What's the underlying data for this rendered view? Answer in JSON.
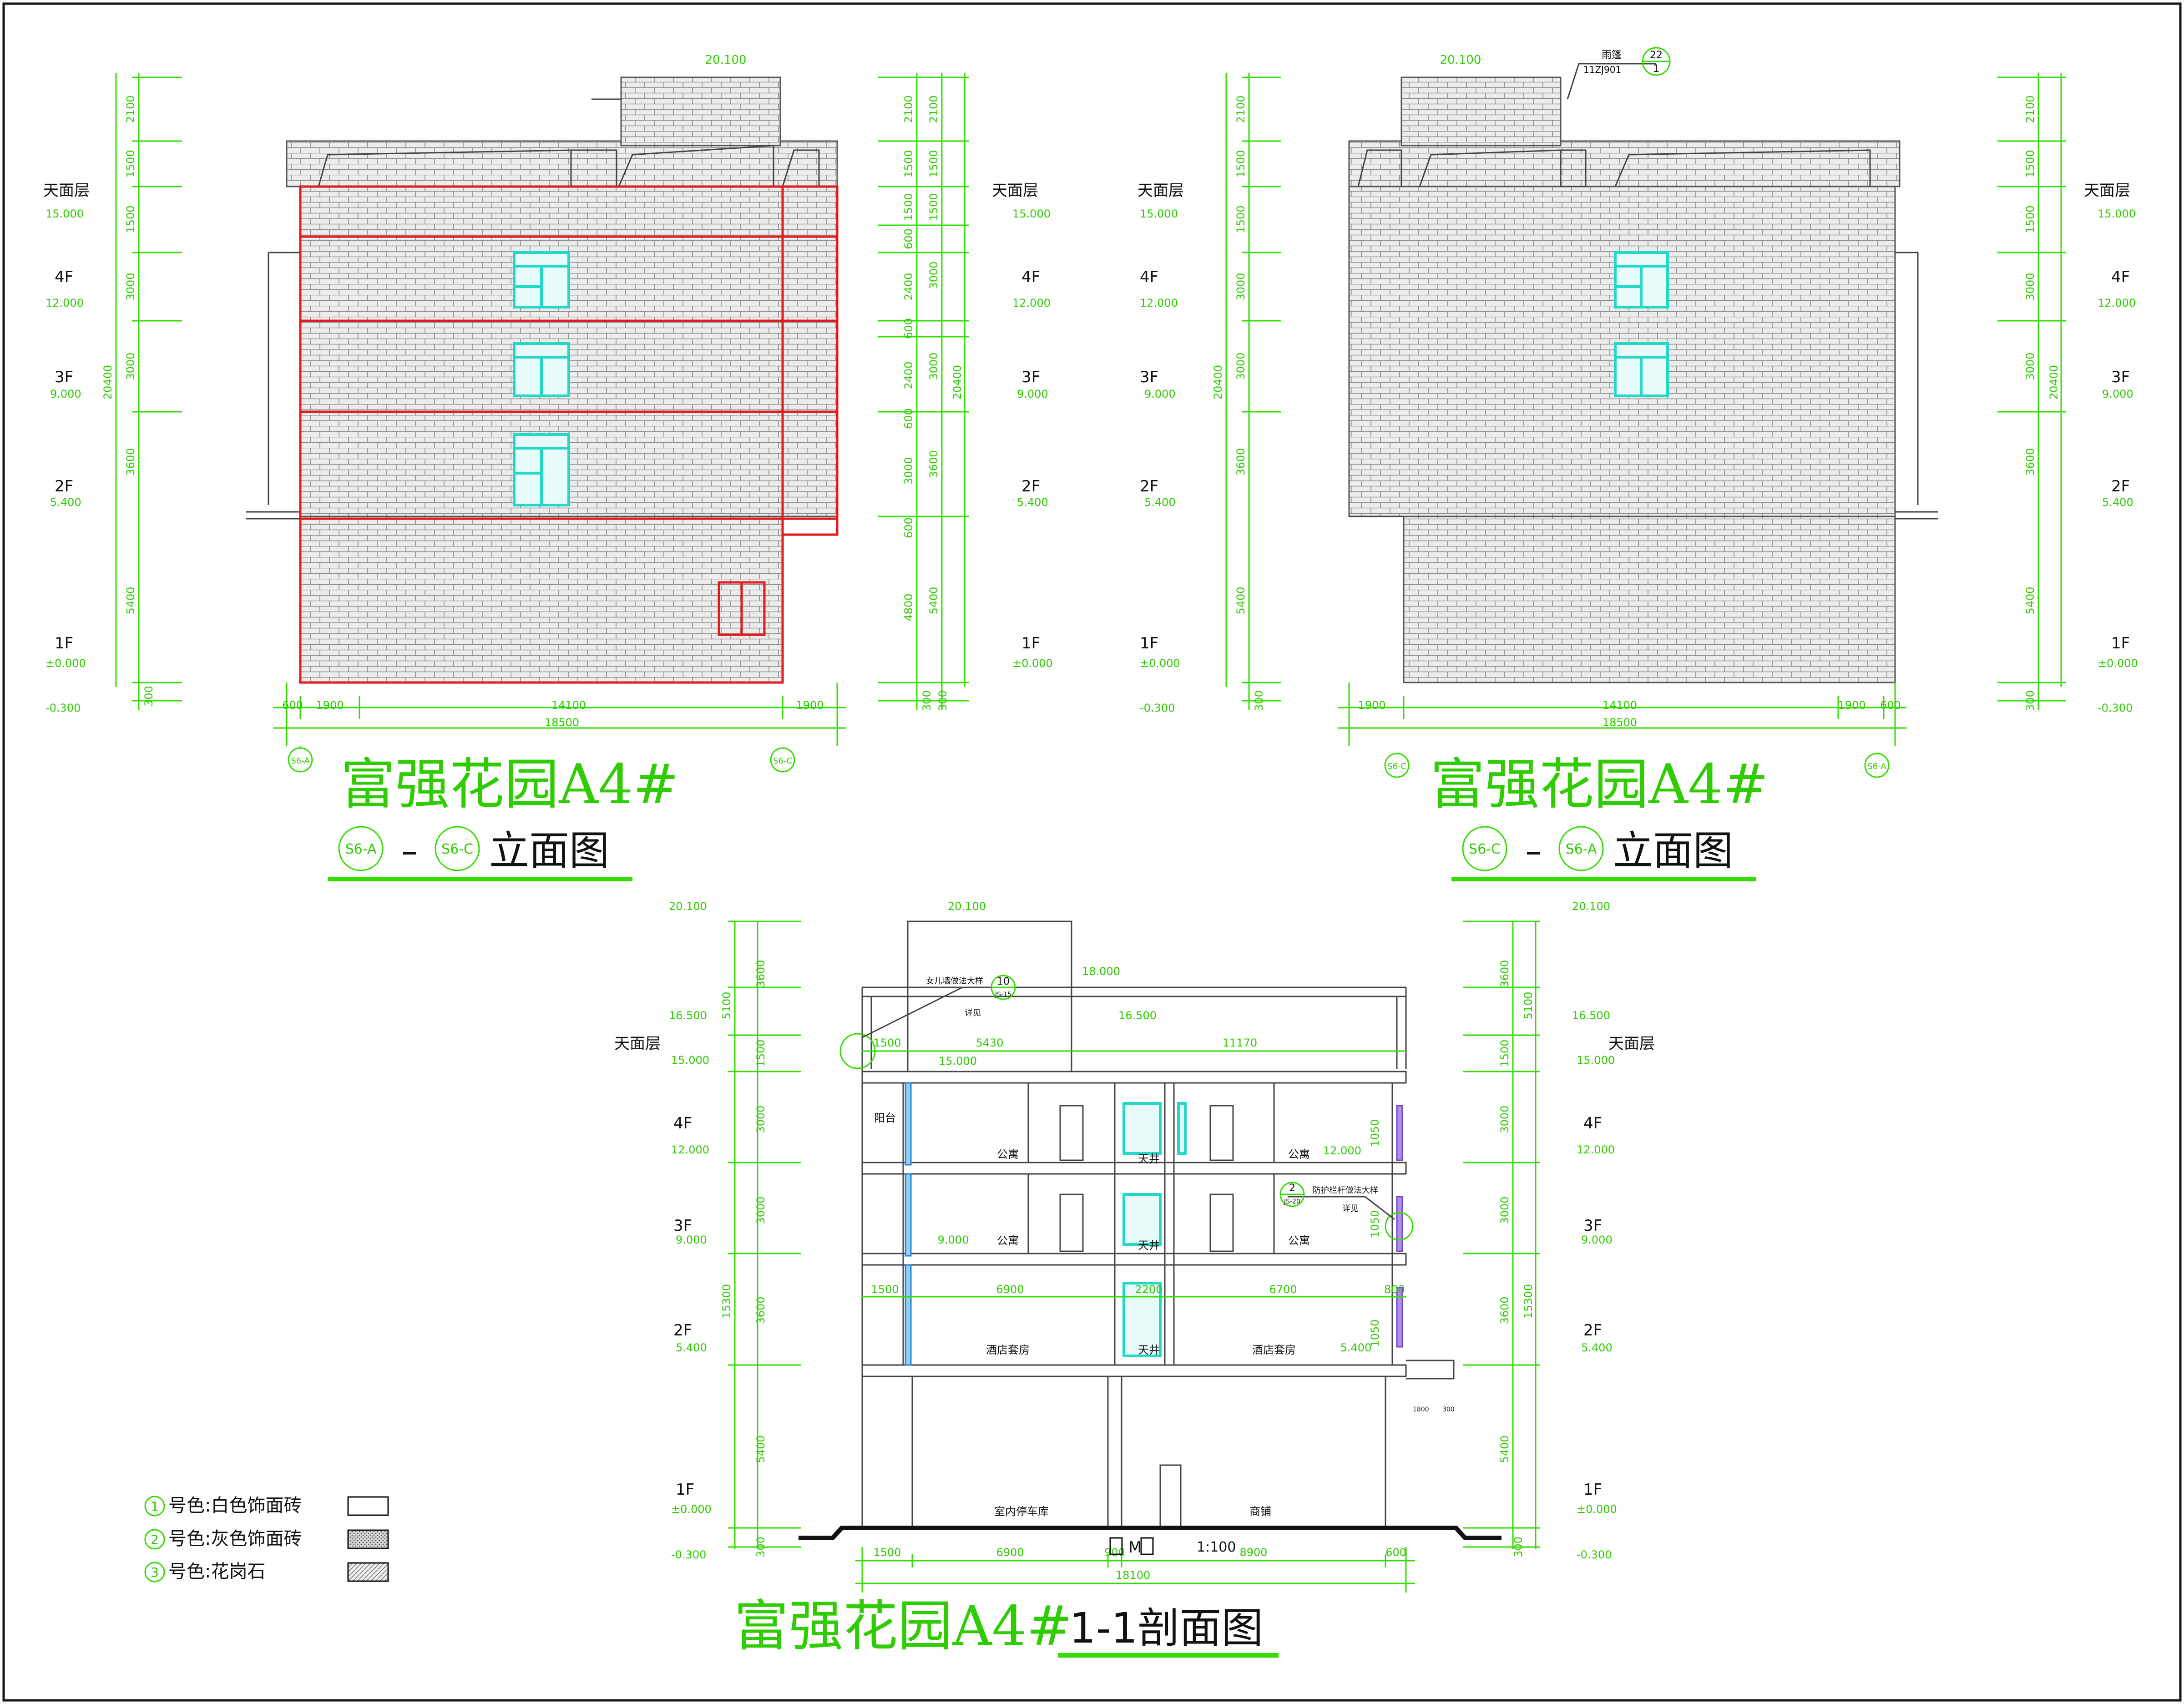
{
  "colors": {
    "dimension": "#33dd00",
    "window": "#24d8c8",
    "outline": "#e21a1a",
    "line": "#111111"
  },
  "elev1": {
    "top_mark": "20.100",
    "floors": [
      {
        "name": "天面层",
        "level": "15.000"
      },
      {
        "name": "4F",
        "level": "12.000"
      },
      {
        "name": "3F",
        "level": "9.000"
      },
      {
        "name": "2F",
        "level": "5.400"
      },
      {
        "name": "1F",
        "level": "±0.000"
      }
    ],
    "ground_level": "-0.300",
    "left_dims": [
      "2100",
      "1500",
      "1500",
      "3000",
      "3000",
      "3600",
      "5400",
      "300"
    ],
    "left_total": "20400",
    "right_dims_a": [
      "2100",
      "1500",
      "1500",
      "600",
      "2400",
      "600",
      "2400",
      "600",
      "3000",
      "600",
      "4800",
      "300"
    ],
    "right_dims_b": [
      "2100",
      "1500",
      "1500",
      "3000",
      "3000",
      "3600",
      "5400",
      "300"
    ],
    "right_total": "20400",
    "bottom_dims": [
      "600",
      "1900",
      "14100",
      "1900"
    ],
    "bottom_total": "18500",
    "axis_left": "S6-A",
    "axis_right": "S6-C",
    "project": "富强花园A4#",
    "title_a": "S6-A",
    "title_dash": "–",
    "title_b": "S6-C",
    "title_word": "立面图"
  },
  "elev2": {
    "top_mark": "20.100",
    "note_label": "雨篷",
    "note_code": "11ZJ901",
    "note_num": "22",
    "note_den": "1",
    "floors": [
      {
        "name": "天面层",
        "level": "15.000"
      },
      {
        "name": "4F",
        "level": "12.000"
      },
      {
        "name": "3F",
        "level": "9.000"
      },
      {
        "name": "2F",
        "level": "5.400"
      },
      {
        "name": "1F",
        "level": "±0.000"
      }
    ],
    "ground_level": "-0.300",
    "left_dims": [
      "2100",
      "1500",
      "1500",
      "3000",
      "3000",
      "3600",
      "5400",
      "300"
    ],
    "left_total": "20400",
    "right_dims": [
      "2100",
      "1500",
      "1500",
      "3000",
      "3000",
      "3600",
      "5400",
      "300"
    ],
    "right_total": "20400",
    "bottom_dims": [
      "1900",
      "14100",
      "1900",
      "600"
    ],
    "bottom_total": "18500",
    "axis_left": "S6-C",
    "axis_right": "S6-A",
    "project": "富强花园A4#",
    "title_a": "S6-C",
    "title_dash": "–",
    "title_b": "S6-A",
    "title_word": "立面图"
  },
  "section": {
    "top_mark_left": "20.100",
    "top_mark_center": "20.100",
    "top_mark_right": "20.100",
    "mark_18000": "18.000",
    "mark_16500_left": "16.500",
    "mark_16500_center": "16.500",
    "mark_16500_right": "16.500",
    "mark_15000_center": "15.000",
    "mark_12000_inner": "12.000",
    "mark_9000_inner": "9.000",
    "mark_5400_inner": "5.400",
    "floors": [
      {
        "name": "天面层",
        "level": "15.000"
      },
      {
        "name": "4F",
        "level": "12.000"
      },
      {
        "name": "3F",
        "level": "9.000"
      },
      {
        "name": "2F",
        "level": "5.400"
      },
      {
        "name": "1F",
        "level": "±0.000"
      }
    ],
    "ground_level": "-0.300",
    "left_dims_a": [
      "5100",
      "15300"
    ],
    "left_dims_b": [
      "3600",
      "1500",
      "3000",
      "3000",
      "3600",
      "5400",
      "300"
    ],
    "right_dims_a": [
      "3600",
      "1500",
      "3000",
      "3000",
      "3600",
      "5400",
      "300"
    ],
    "right_dims_b": [
      "5100",
      "15300"
    ],
    "roof_dims": [
      "1500",
      "5430",
      "11170"
    ],
    "floor2_dims": [
      "1500",
      "6900",
      "2200",
      "6700",
      "800"
    ],
    "bottom_dims": [
      "1500",
      "6900",
      "900",
      "8900",
      "600"
    ],
    "bottom_total": "18100",
    "rooms": [
      "阳台",
      "公寓",
      "天井",
      "公寓",
      "公寓",
      "天井",
      "公寓",
      "酒店套房",
      "天井",
      "酒店套房",
      "室内停车库",
      "商铺"
    ],
    "window_heights": [
      "1050",
      "1050",
      "1050"
    ],
    "canopy_dims": [
      "1800",
      "300"
    ],
    "note1_text": "女儿墙做法大样",
    "note1_sub": "详见",
    "note1_num": "10",
    "note1_den": "JS-15",
    "note2_text": "防护栏杆做法大样",
    "note2_sub": "详见",
    "note2_num": "2",
    "note2_den": "JS-20",
    "scale": "1:100",
    "scale_mark": "M",
    "project": "富强花园A4#",
    "title_word": "1-1剖面图"
  },
  "legend": [
    {
      "num": "1",
      "text": "号色:白色饰面砖"
    },
    {
      "num": "2",
      "text": "号色:灰色饰面砖"
    },
    {
      "num": "3",
      "text": "号色:花岗石"
    }
  ]
}
